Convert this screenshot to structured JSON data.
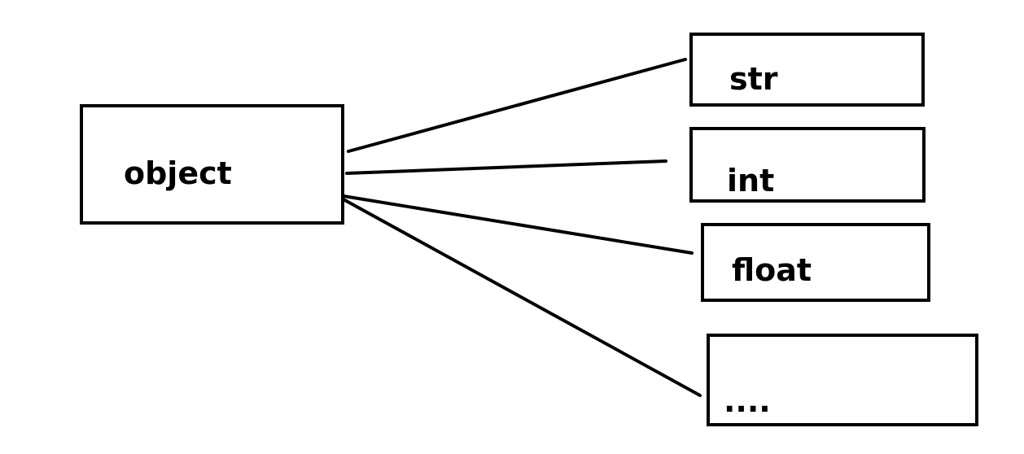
{
  "diagram": {
    "root": {
      "label": "object"
    },
    "children": [
      {
        "label": "str"
      },
      {
        "label": "int"
      },
      {
        "label": "float"
      },
      {
        "label": "...."
      }
    ],
    "colors": {
      "stroke": "#000000",
      "background": "#ffffff",
      "text": "#000000"
    }
  }
}
